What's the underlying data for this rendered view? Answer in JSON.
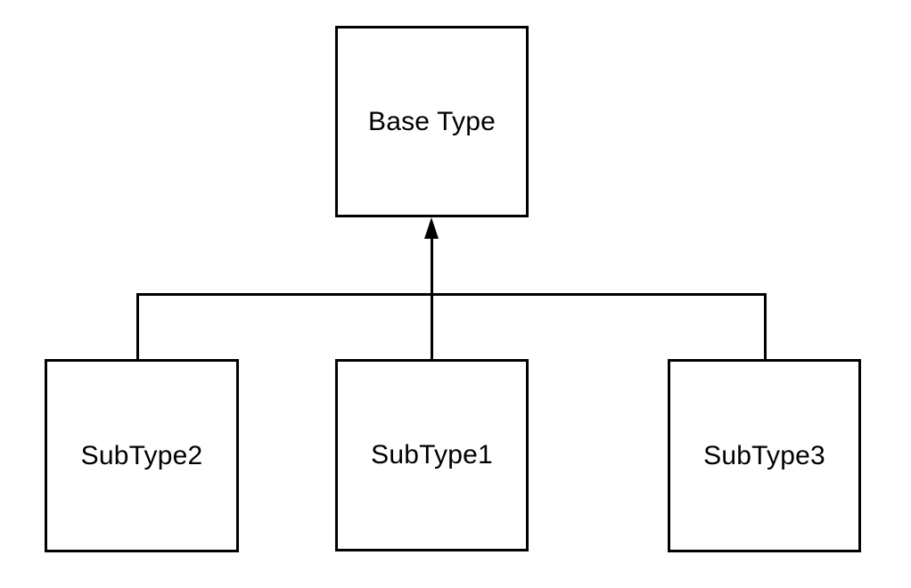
{
  "diagram": {
    "description": "Type inheritance hierarchy diagram",
    "background_color": "#ffffff",
    "line_color": "#000000",
    "text_color": "#000000",
    "nodes": [
      {
        "id": "base",
        "label": "Base Type"
      },
      {
        "id": "sub2",
        "label": "SubType2"
      },
      {
        "id": "sub1",
        "label": "SubType1"
      },
      {
        "id": "sub3",
        "label": "SubType3"
      }
    ],
    "edges": [
      {
        "from": "SubType1",
        "to": "Base Type",
        "style": "solid",
        "arrowhead": "filled-triangle"
      },
      {
        "from": "SubType2",
        "to": "Base Type",
        "style": "solid",
        "arrowhead": "none"
      },
      {
        "from": "SubType3",
        "to": "Base Type",
        "style": "solid",
        "arrowhead": "none"
      }
    ]
  }
}
